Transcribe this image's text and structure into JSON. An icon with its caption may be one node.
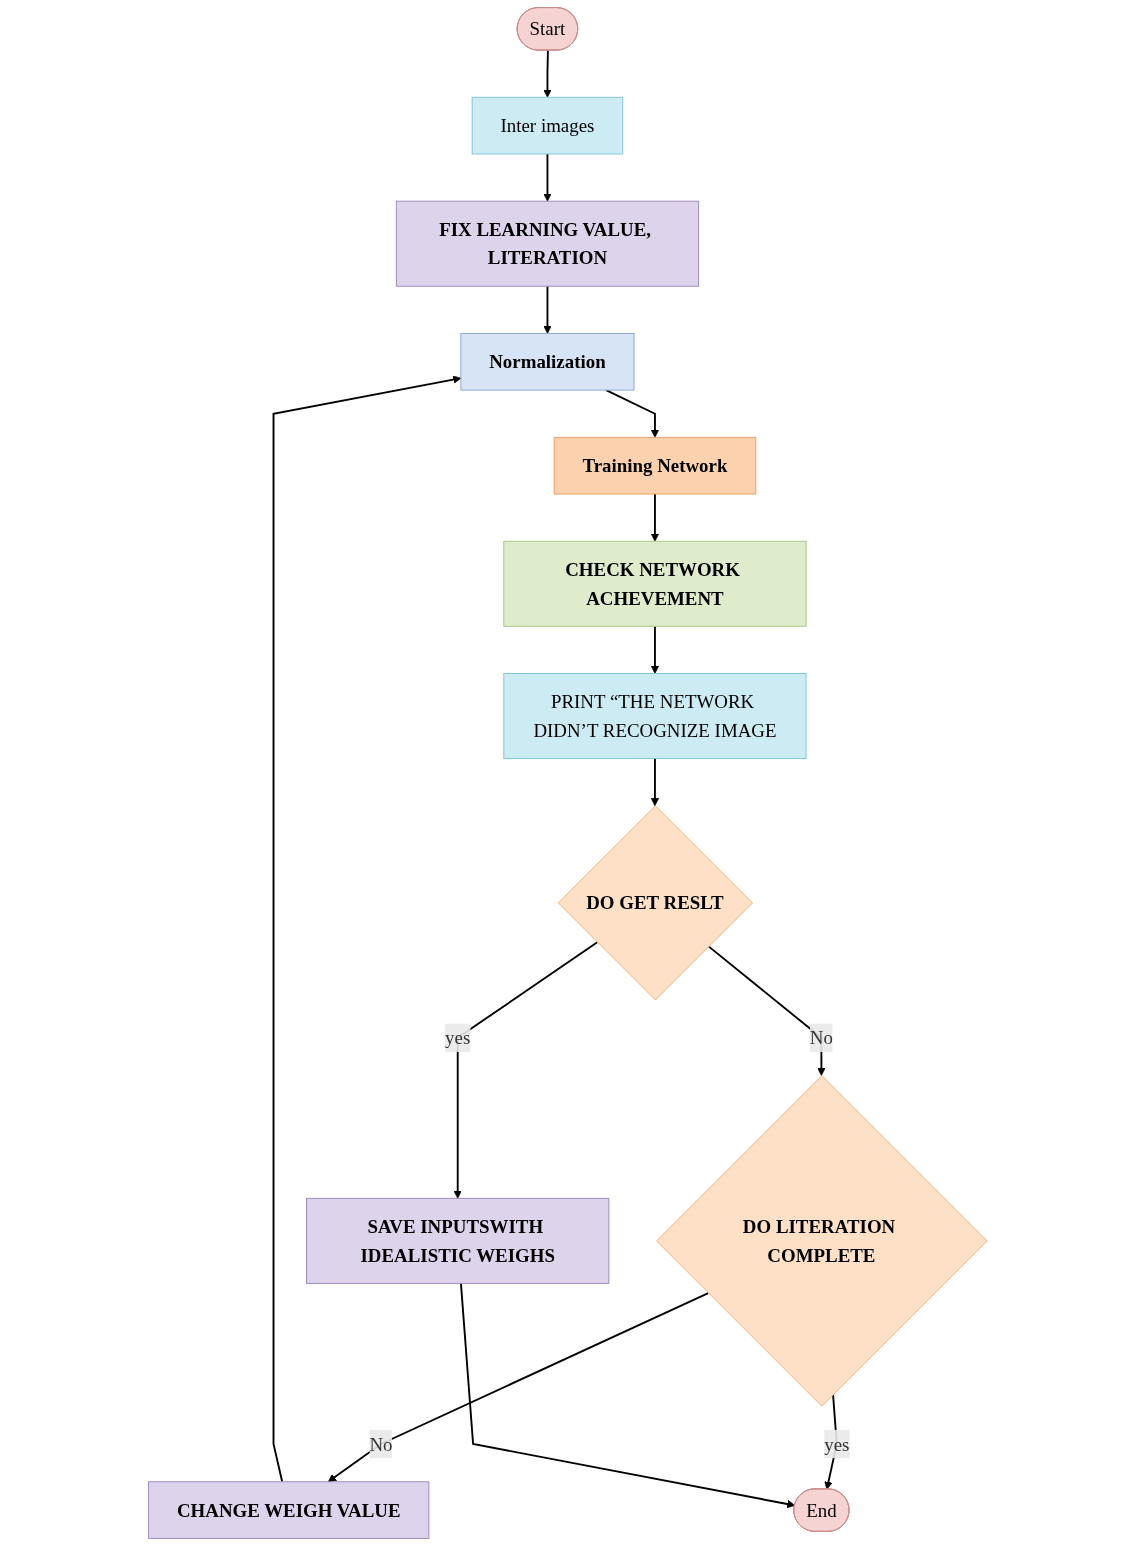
{
  "diagram": {
    "nodes": [
      {
        "text": [
          "Start"
        ]
      },
      {
        "text": [
          "Inter images"
        ]
      },
      {
        "text": [
          "FIX LEARNING VALUE, LITERATION"
        ]
      },
      {
        "text": [
          "Normalization"
        ]
      },
      {
        "text": [
          "Training Network"
        ]
      },
      {
        "text": [
          "CHECK NETWORK ACHEVEMENT"
        ]
      },
      {
        "text": [
          "PRINT “THE NETWORK DIDN’T RECOGNIZE IMAGE"
        ]
      },
      {
        "text": [
          "DO GET RESLT"
        ]
      },
      {
        "text": [
          "DO LITERATION COMPLETE"
        ]
      },
      {
        "text": [
          "CHANGE WEIGH VALUE"
        ]
      },
      {
        "text": [
          "SAVE INPUTSWITH IDEALISTIC WEIGHS"
        ]
      },
      {
        "text": [
          "End"
        ]
      }
    ],
    "edges": [
      {
        "from": 0,
        "to": 1,
        "arrow": "to"
      },
      {
        "from": 1,
        "to": 2,
        "arrow": "to"
      },
      {
        "from": 2,
        "to": 3,
        "arrow": "to"
      },
      {
        "from": 3,
        "to": 4,
        "arrow": "to"
      },
      {
        "from": 4,
        "to": 5,
        "arrow": "to"
      },
      {
        "from": 5,
        "to": 6,
        "arrow": "to"
      },
      {
        "from": 6,
        "to": 7,
        "arrow": "to"
      },
      {
        "from": 7,
        "to": 8,
        "label": "No",
        "arrow": "to"
      },
      {
        "from": 7,
        "to": 10,
        "label": "yes",
        "arrow": "to"
      },
      {
        "from": 8,
        "to": 9,
        "label": "No",
        "arrow": "to"
      },
      {
        "from": 8,
        "to": 11,
        "label": "yes",
        "arrow": "to"
      },
      {
        "from": 9,
        "to": 3,
        "arrow": "to"
      },
      {
        "from": 10,
        "to": 11,
        "arrow": "to"
      }
    ]
  }
}
